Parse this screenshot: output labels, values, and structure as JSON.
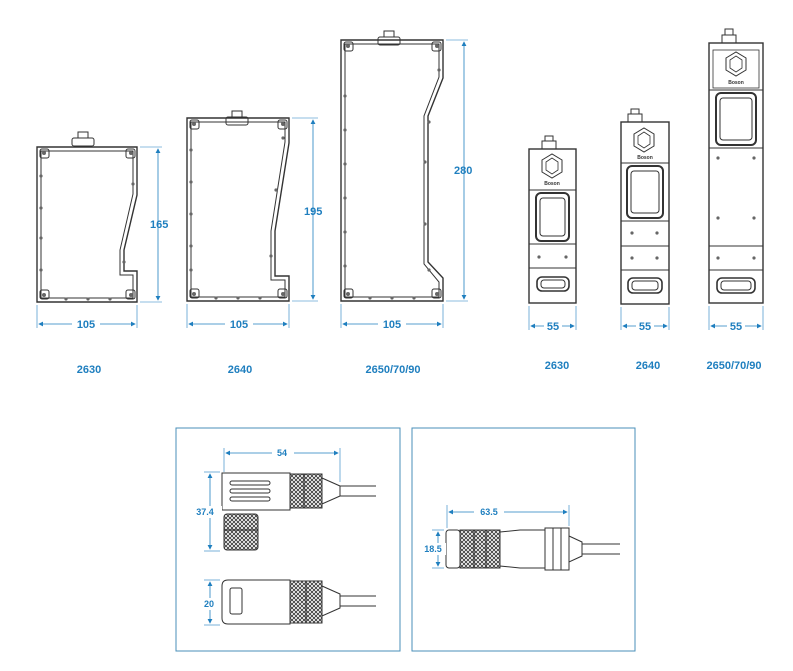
{
  "colors": {
    "accent": "#1f7fbf",
    "outline": "#333333",
    "frame": "#4a8fb8"
  },
  "side_views": [
    {
      "model": "2630",
      "height_label": "165",
      "width_label": "105"
    },
    {
      "model": "2640",
      "height_label": "195",
      "width_label": "105"
    },
    {
      "model": "2650/70/90",
      "height_label": "280",
      "width_label": "105"
    }
  ],
  "front_views": [
    {
      "model": "2630",
      "width_label": "55"
    },
    {
      "model": "2640",
      "width_label": "55"
    },
    {
      "model": "2650/70/90",
      "width_label": "55"
    }
  ],
  "logo_text": "Boson",
  "connectors": {
    "right_angle": {
      "length_label": "54",
      "height_label": "37.4",
      "side_label": "20"
    },
    "straight": {
      "length_label": "63.5",
      "height_label": "18.5"
    }
  }
}
